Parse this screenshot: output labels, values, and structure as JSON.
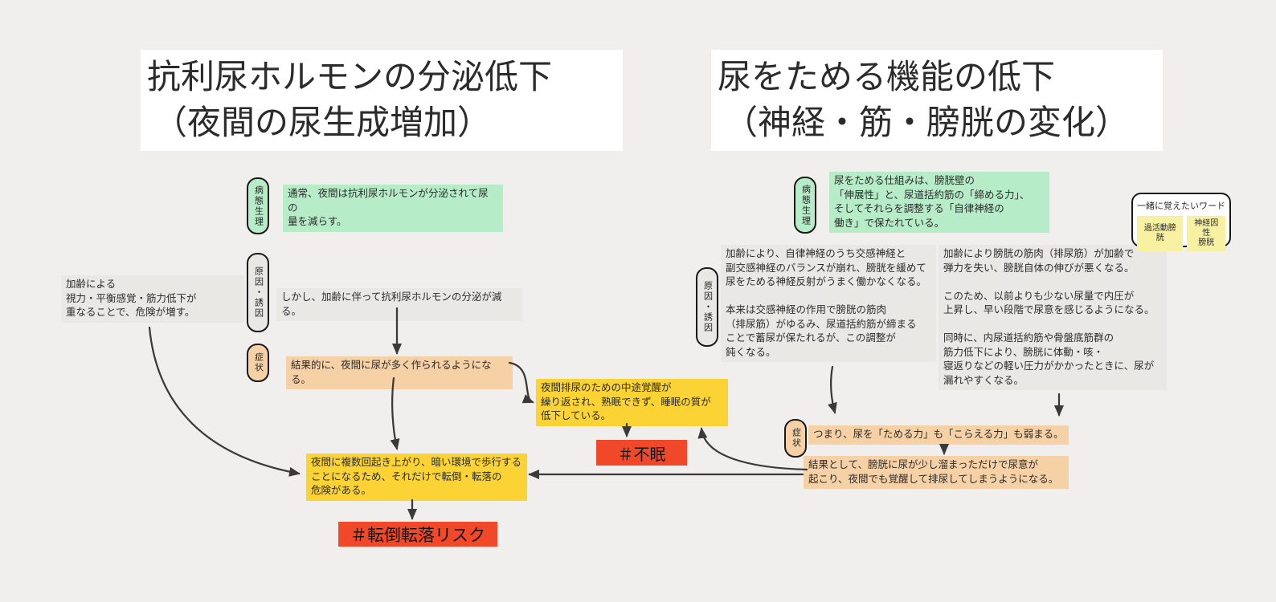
{
  "colors": {
    "background": "#f0efed",
    "title_panel": "#ffffff",
    "pathophysiology_green": "#b7ecc9",
    "cause_gray": "#e9e8e5",
    "symptom_peach": "#f6d1a6",
    "problem_yellow": "#fbd334",
    "risk_tag_red": "#f1482a",
    "memo_chip_yellow": "#f8f1a1",
    "ink": "#2b2b2b",
    "arrow": "#3a3a3a"
  },
  "left": {
    "title_line1": "抗利尿ホルモンの分泌低下",
    "title_line2": "（夜間の尿生成増加）",
    "pill_pathophysiology": "病態生理",
    "pill_cause": "原因・誘因",
    "pill_symptom": "症状",
    "pathophysiology_note": "通常、夜間は抗利尿ホルモンが分泌されて尿の\n量を減らす。",
    "aging_risk_note": "加齢による\n視力・平衡感覚・筋力低下が\n重なることで、危険が増す。",
    "cause_note": "しかし、加齢に伴って抗利尿ホルモンの分泌が減る。",
    "symptom_note": "結果的に、夜間に尿が多く作られるようになる。",
    "sleep_note": "夜間排尿のための中途覚醒が\n繰り返され、熟眠できず、睡眠の質が\n低下している。",
    "insomnia_tag": "＃不眠",
    "fall_note": "夜間に複数回起き上がり、暗い環境で歩行する\nことになるため、それだけで転倒・転落の\n危険がある。",
    "fall_tag": "＃転倒転落リスク"
  },
  "right": {
    "title_line1": "尿をためる機能の低下",
    "title_line2": "（神経・筋・膀胱の変化）",
    "pill_pathophysiology": "病態生理",
    "pill_cause": "原因・誘因",
    "pill_symptom": "症状",
    "pathophysiology_note": "尿をためる仕組みは、膀胱壁の\n「伸展性」と、尿道括約筋の「締める力」、\nそしてそれらを調整する「自律神経の\n働き」で保たれている。",
    "nerve_note": "加齢により、自律神経のうち交感神経と\n副交感神経のバランスが崩れ、膀胱を緩めて\n尿をためる神経反射がうまく働かなくなる。\n\n本来は交感神経の作用で膀胱の筋肉\n（排尿筋）がゆるみ、尿道括約筋が締まる\nことで蓄尿が保たれるが、この調整が\n鈍くなる。",
    "muscle_note": "加齢により膀胱の筋肉（排尿筋）が加齢で\n弾力を失い、膀胱自体の伸びが悪くなる。\n\nこのため、以前よりも少ない尿量で内圧が\n上昇し、早い段階で尿意を感じるようになる。\n\n同時に、内尿道括約筋や骨盤底筋群の\n筋力低下により、膀胱に体動・咳・\n寝返りなどの軽い圧力がかかったときに、尿が\n漏れやすくなる。",
    "memo_bubble": {
      "title": "一緒に覚えたいワード",
      "word1": "過活動膀胱",
      "word2": "神経因性\n膀胱"
    },
    "symptom_note1": "つまり、尿を「ためる力」も「こらえる力」も弱まる。",
    "symptom_note2": "結果として、膀胱に尿が少し溜まっただけで尿意が\n起こり、夜間でも覚醒して排尿してしまうようになる。"
  }
}
